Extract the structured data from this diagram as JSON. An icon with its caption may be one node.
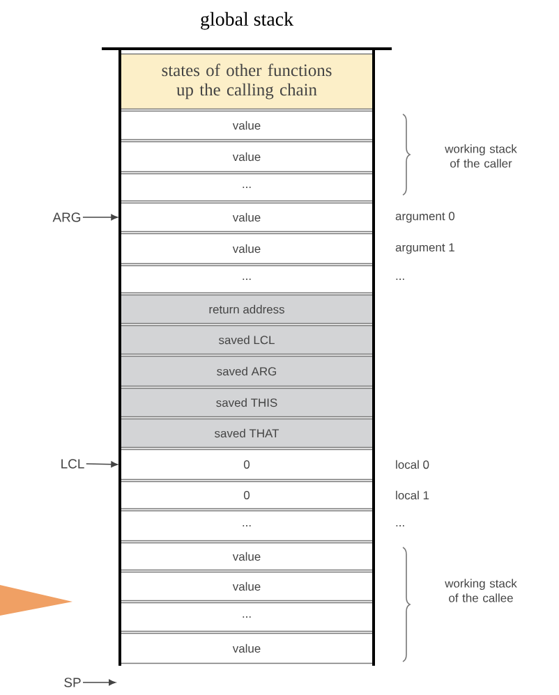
{
  "diagram": {
    "title": "global stack",
    "nodes": [
      {
        "text": [
          "states of other functions up the calling chain"
        ]
      },
      {
        "text": [
          "value"
        ]
      },
      {
        "text": [
          "value"
        ]
      },
      {
        "text": [
          "..."
        ]
      },
      {
        "text": [
          "value"
        ],
        "beside": [
          "argument 0"
        ]
      },
      {
        "text": [
          "value"
        ],
        "beside": [
          "argument 1"
        ]
      },
      {
        "text": [
          "..."
        ],
        "beside": [
          "..."
        ]
      },
      {
        "text": [
          "return address"
        ]
      },
      {
        "text": [
          "saved LCL"
        ]
      },
      {
        "text": [
          "saved ARG"
        ]
      },
      {
        "text": [
          "saved THIS"
        ]
      },
      {
        "text": [
          "saved THAT"
        ]
      },
      {
        "text": [
          "0"
        ],
        "beside": [
          "local 0"
        ]
      },
      {
        "text": [
          "0"
        ],
        "beside": [
          "local 1"
        ]
      },
      {
        "text": [
          "..."
        ],
        "beside": [
          "..."
        ]
      },
      {
        "text": [
          "value"
        ]
      },
      {
        "text": [
          "value"
        ]
      },
      {
        "text": [
          "..."
        ]
      },
      {
        "text": [
          "value"
        ]
      },
      {
        "text": [
          "ARG"
        ]
      },
      {
        "text": [
          "LCL"
        ]
      },
      {
        "text": [
          "SP"
        ]
      }
    ],
    "edges": [
      {
        "from": 19,
        "to": 4,
        "arrow": "to"
      },
      {
        "from": 20,
        "to": 12,
        "arrow": "to"
      },
      {
        "from": 21,
        "to": null,
        "arrow": "to"
      }
    ],
    "labels": [
      "working stack of the caller",
      "working stack of the callee"
    ]
  }
}
